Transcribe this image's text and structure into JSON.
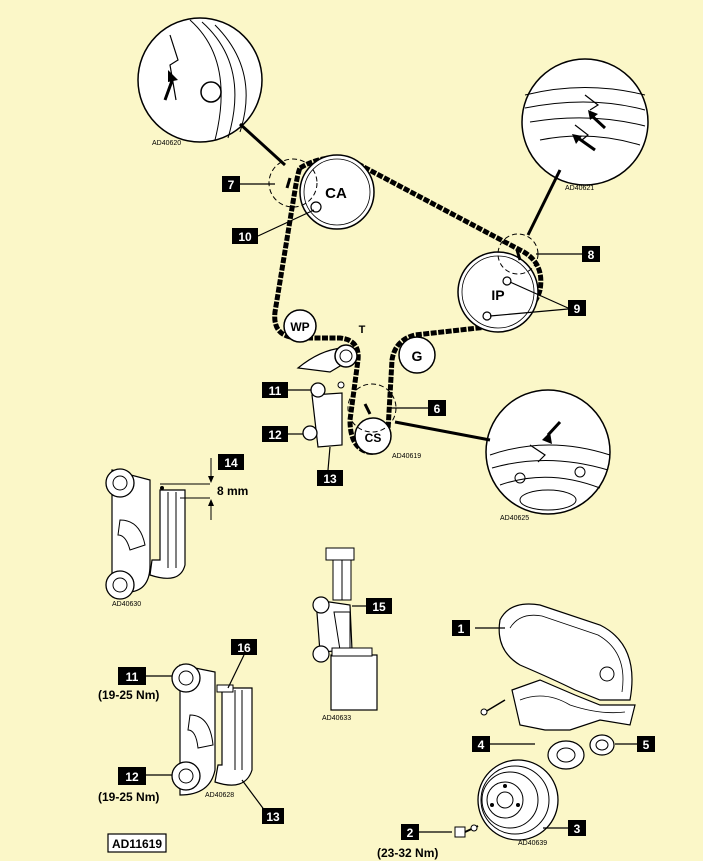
{
  "pulleys": {
    "ca": "CA",
    "ip": "IP",
    "wp": "WP",
    "g": "G",
    "cs": "CS",
    "tensioner": "T"
  },
  "callouts": {
    "n1": "1",
    "n2": "2",
    "n3": "3",
    "n4": "4",
    "n5": "5",
    "n6": "6",
    "n7": "7",
    "n8": "8",
    "n9": "9",
    "n10": "10",
    "n11a": "11",
    "n12a": "12",
    "n13a": "13",
    "n14": "14",
    "n15": "15",
    "n16": "16",
    "n11b": "11",
    "n12b": "12",
    "n13b": "13"
  },
  "dimension": "8 mm",
  "torques": {
    "t11": "(19-25 Nm)",
    "t12": "(19-25 Nm)",
    "t2": "(23-32 Nm)"
  },
  "refs": {
    "r1": "AD40620",
    "r2": "AD40621",
    "r3": "AD40619",
    "r4": "AD40625",
    "r5": "AD40630",
    "r6": "AD40633",
    "r7": "AD40628",
    "r8": "AD40639"
  },
  "figure_id": "AD11619"
}
